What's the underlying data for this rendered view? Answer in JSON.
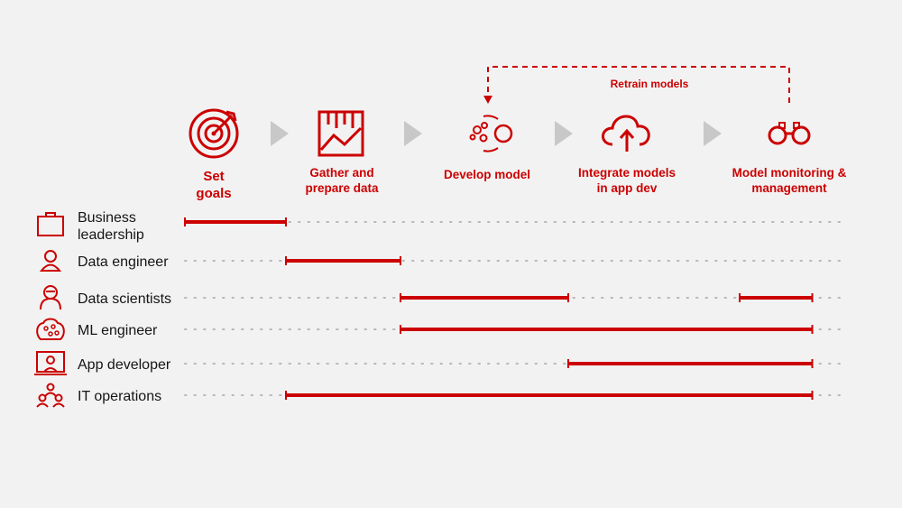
{
  "colors": {
    "accent": "#cc0000",
    "arrow": "#c8c8c8",
    "dots": "#b8b8b8",
    "text": "#151515",
    "background": "#f2f2f2"
  },
  "loop": {
    "label": "Retrain models",
    "from_stage": 4,
    "to_stage": 2
  },
  "stages": [
    {
      "label": "Set\ngoals",
      "icon": "target-icon"
    },
    {
      "label": "Gather and\nprepare data",
      "icon": "data-chart-icon"
    },
    {
      "label": "Develop model",
      "icon": "model-gears-icon"
    },
    {
      "label": "Integrate models\nin app dev",
      "icon": "cloud-upload-icon"
    },
    {
      "label": "Model monitoring &\nmanagement",
      "icon": "binoculars-icon"
    }
  ],
  "roles": [
    {
      "label": "Business\nleadership",
      "icon": "briefcase-icon",
      "spans": [
        [
          0,
          1
        ]
      ]
    },
    {
      "label": "Data engineer",
      "icon": "person-icon",
      "spans": [
        [
          1,
          2
        ]
      ]
    },
    {
      "label": "Data scientists",
      "icon": "scientist-icon",
      "spans": [
        [
          2,
          3.2
        ],
        [
          4.5,
          5.5
        ]
      ]
    },
    {
      "label": "ML engineer",
      "icon": "brain-icon",
      "spans": [
        [
          2,
          5.5
        ]
      ]
    },
    {
      "label": "App developer",
      "icon": "developer-icon",
      "spans": [
        [
          3.2,
          5.5
        ]
      ]
    },
    {
      "label": "IT operations",
      "icon": "team-icon",
      "spans": [
        [
          1,
          5.5
        ]
      ]
    }
  ]
}
